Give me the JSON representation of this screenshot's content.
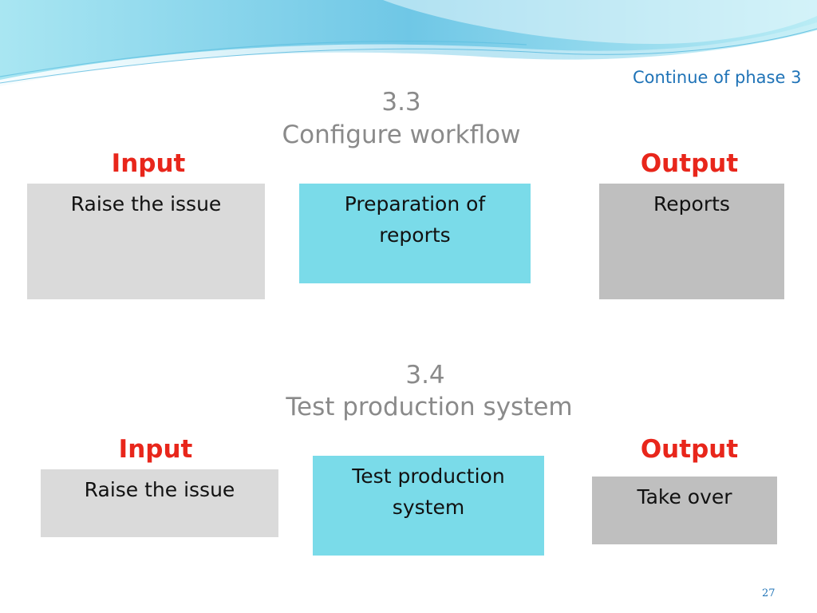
{
  "slide": {
    "subtitle": "Continue of phase 3",
    "page_number": "27",
    "sections": [
      {
        "number": "3.3",
        "title": "Configure workflow",
        "input_label": "Input",
        "output_label": "Output",
        "input_box": "Raise the issue",
        "process_box_line1": "Preparation of",
        "process_box_line2": "reports",
        "output_box": "Reports"
      },
      {
        "number": "3.4",
        "title": "Test production system",
        "input_label": "Input",
        "output_label": "Output",
        "input_box": "Raise the issue",
        "process_box_line1": "Test production",
        "process_box_line2": "system",
        "output_box": "Take over"
      }
    ]
  },
  "colors": {
    "subtitle": "#1f73b7",
    "section_heading": "#8a8a8a",
    "io_label": "#e8261b",
    "input_box": "#dadada",
    "process_box": "#7adbe9",
    "output_box": "#bfbfbf"
  }
}
